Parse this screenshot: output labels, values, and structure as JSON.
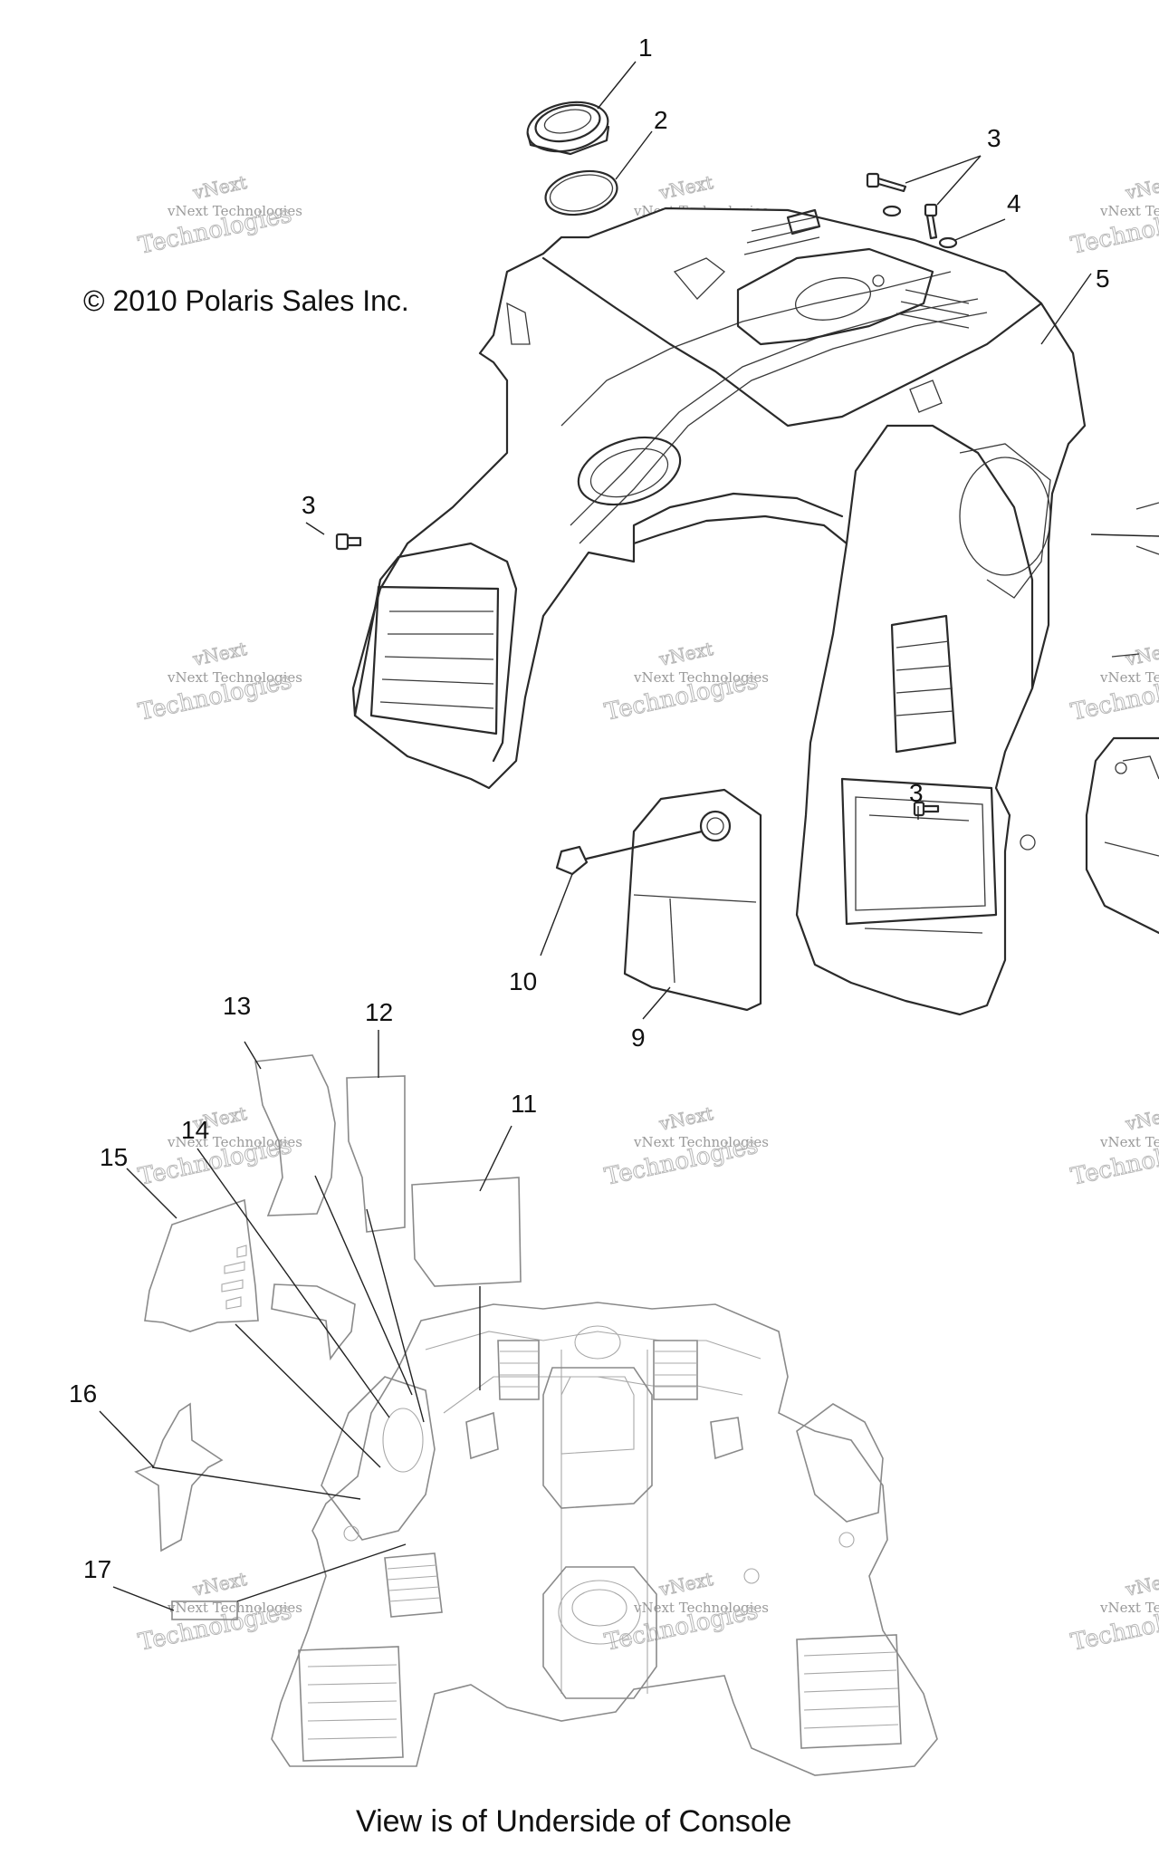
{
  "copyright": "© 2010 Polaris Sales Inc.",
  "caption": "View is of Underside of Console",
  "watermark": {
    "company": "vNext Technologies",
    "brand": "vNext",
    "word": "Technologies"
  },
  "callouts": [
    "1",
    "2",
    "3",
    "3",
    "4",
    "5",
    "3",
    "3",
    "10",
    "9",
    "13",
    "12",
    "11",
    "14",
    "15",
    "16",
    "17"
  ]
}
